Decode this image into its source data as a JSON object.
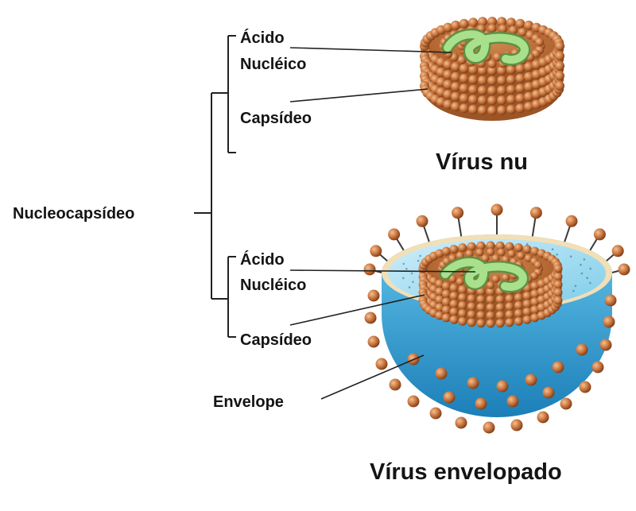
{
  "labels": {
    "nucleocapsid": "Nucleocapsídeo",
    "naked_acid_line1": "Ácido",
    "naked_acid_line2": "Nucléico",
    "naked_capsid": "Capsídeo",
    "naked_title": "Vírus nu",
    "env_acid_line1": "Ácido",
    "env_acid_line2": "Nucléico",
    "env_capsid": "Capsídeo",
    "envelope": "Envelope",
    "env_title": "Vírus envelopado"
  },
  "colors": {
    "capsomere": "#c8743e",
    "capsomere_dark": "#7a3a14",
    "nucleic_acid": "#a8e08c",
    "envelope_blue": "#2ea3d6",
    "envelope_light": "#9fdcf2",
    "envelope_membrane": "#f2dfb6",
    "line": "#222222"
  }
}
